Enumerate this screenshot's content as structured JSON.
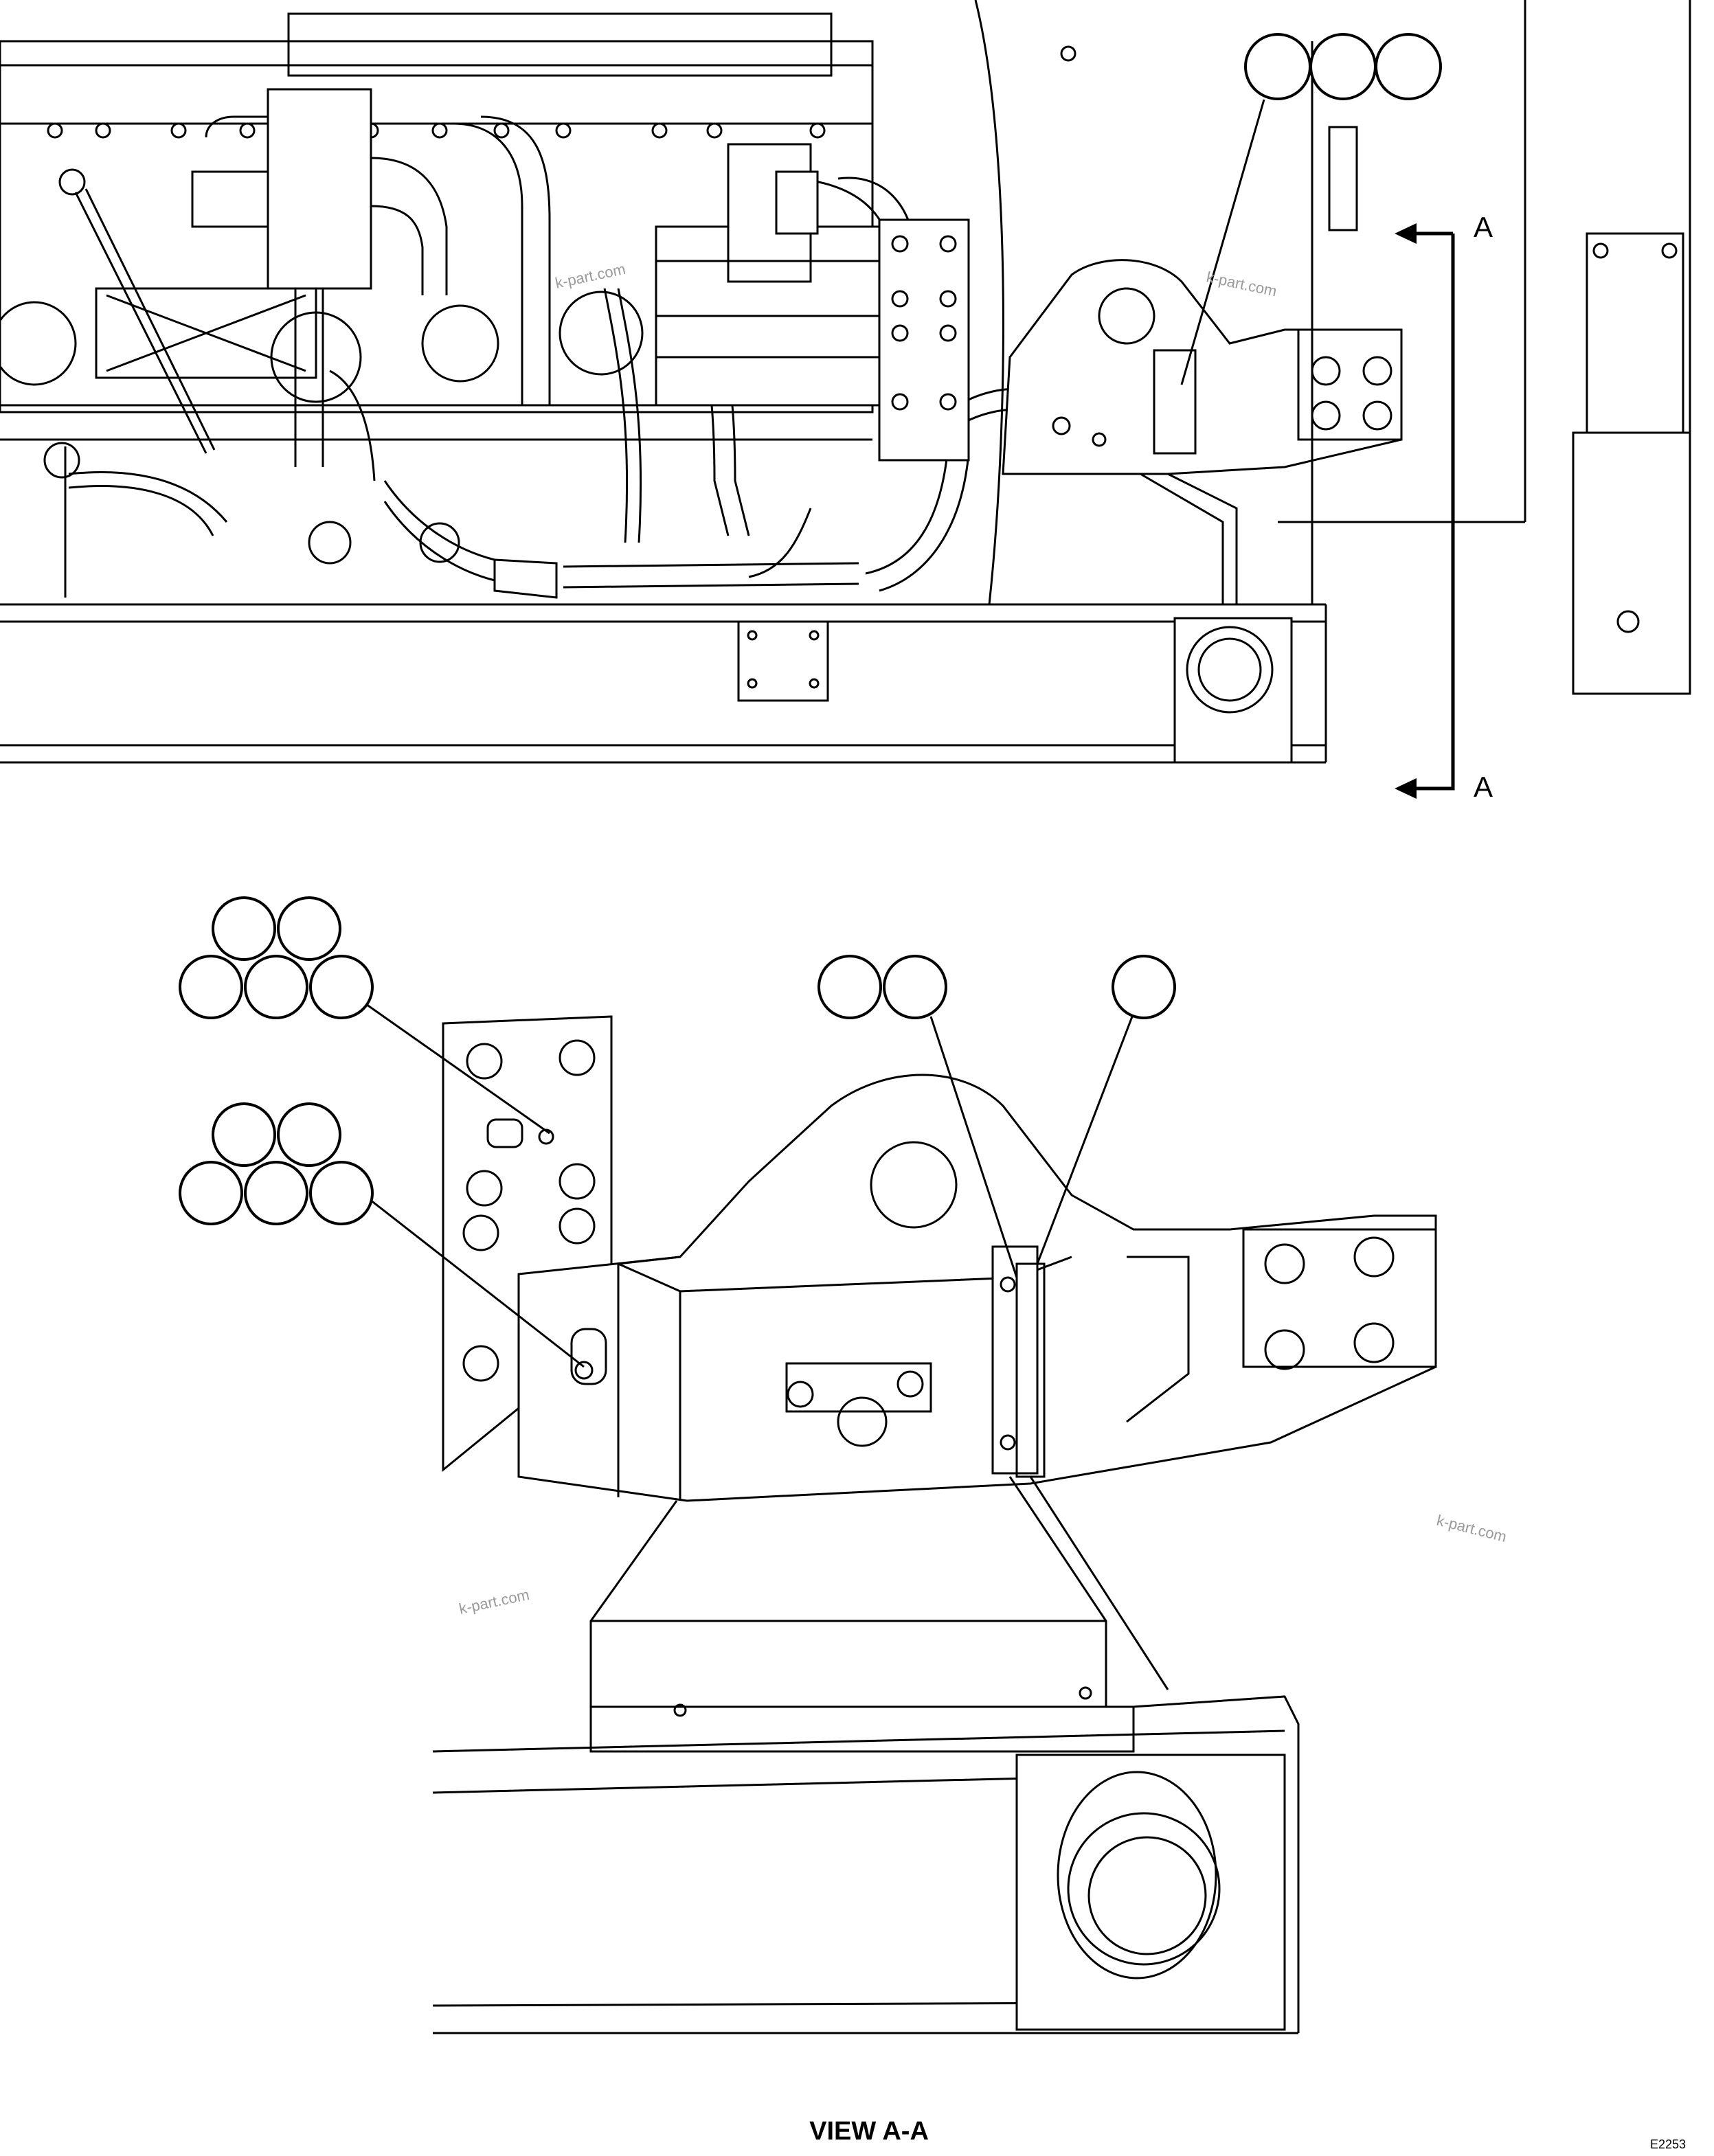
{
  "section_markers": [
    "A",
    "A"
  ],
  "view_label": "VIEW A-A",
  "watermarks": [
    "k-part.com",
    "k-part.com",
    "k-part.com",
    "k-part.com"
  ],
  "drawing_number": "E2253",
  "callouts": {
    "upper_harness_group": [
      "",
      "",
      ""
    ],
    "view_group_upper_left": [
      "",
      "",
      "",
      "",
      ""
    ],
    "view_group_lower_left": [
      "",
      "",
      "",
      "",
      ""
    ],
    "view_group_center": [
      "",
      ""
    ],
    "view_group_right": [
      ""
    ]
  },
  "colors": {
    "line": "#000000",
    "background": "#ffffff",
    "watermark": "#9a9a9a"
  }
}
